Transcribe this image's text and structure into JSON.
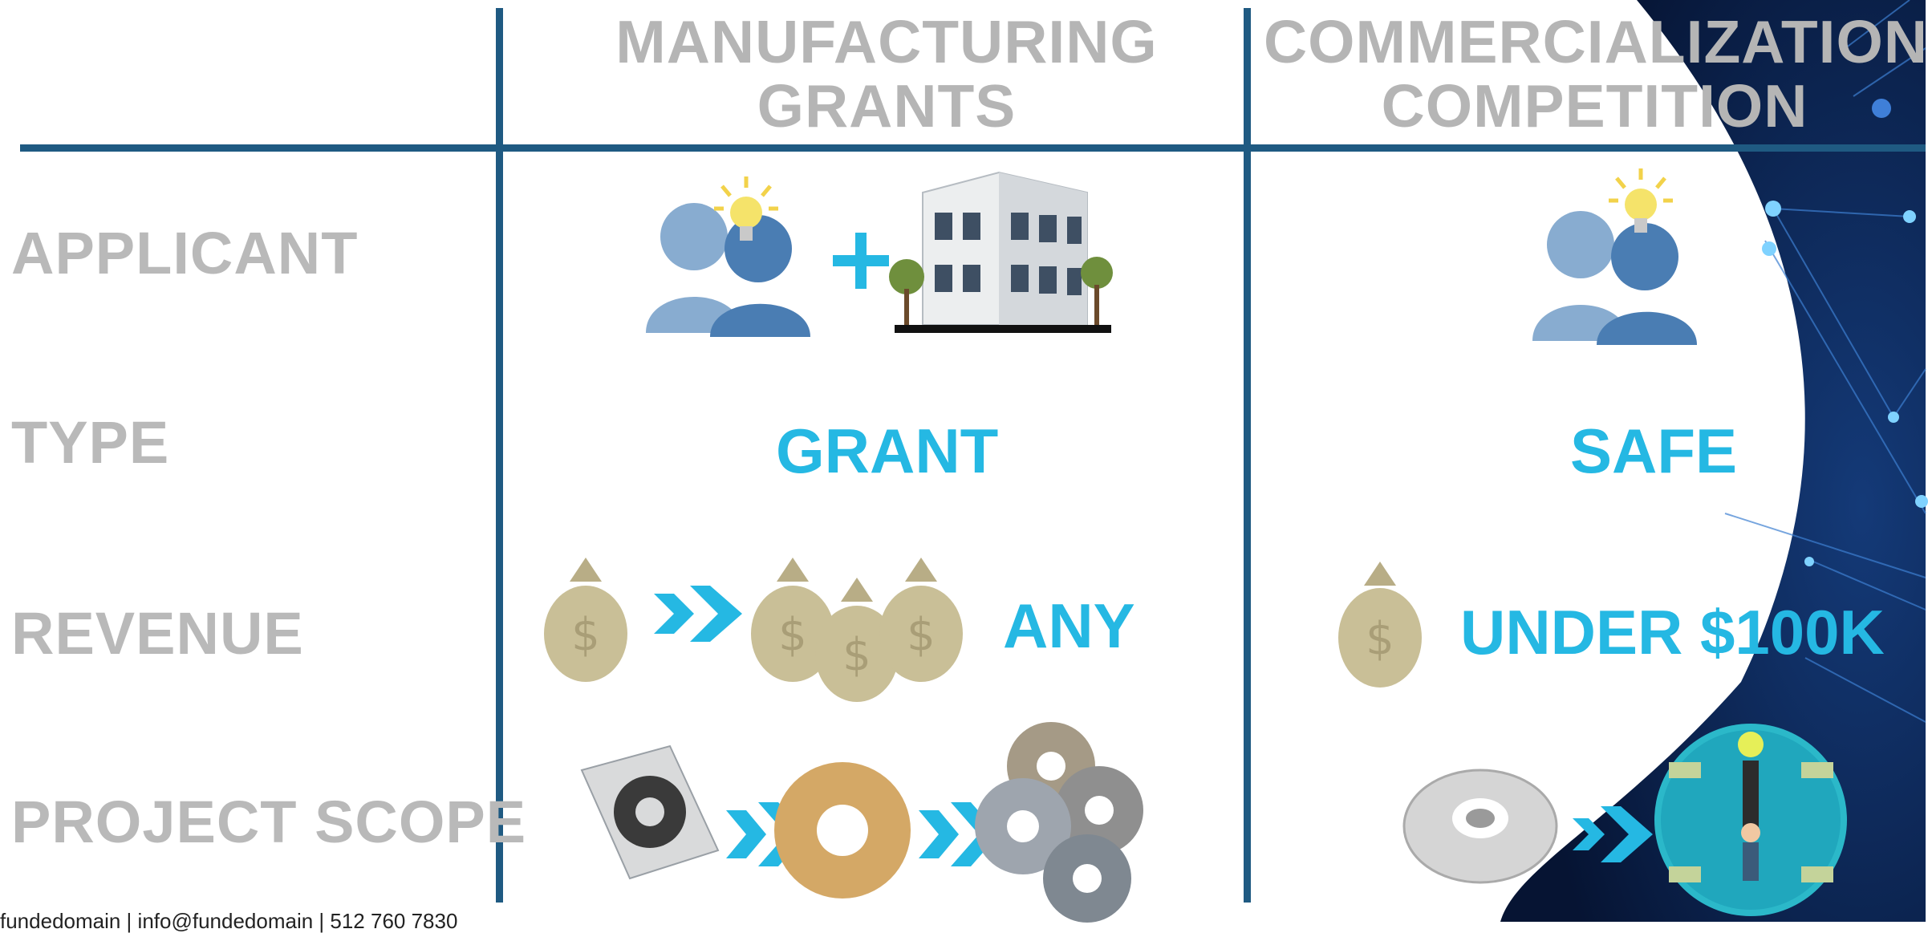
{
  "headers": {
    "col1": [
      "MANUFACTURING",
      "GRANTS"
    ],
    "col2": [
      "COMMERCIALIZATION",
      "COMPETITION"
    ]
  },
  "rows": {
    "applicant": "APPLICANT",
    "type": "TYPE",
    "revenue": "REVENUE",
    "project_scope": "PROJECT SCOPE"
  },
  "values": {
    "col1_type": "GRANT",
    "col2_type": "SAFE",
    "col1_revenue": "ANY",
    "col2_revenue": "UNDER $100K"
  },
  "footer": "fundedomain | info@fundedomain | 512 760 7830",
  "colors": {
    "rule": "#1f5a82",
    "accent": "#25b8e3",
    "label_gray": "#b9b9b9",
    "panel_dark": "#0a1e46"
  },
  "icons": [
    "people-icon",
    "lightbulb-icon",
    "plus-icon",
    "building-icon",
    "tree-icon",
    "money-bag-icon",
    "arrow-icon",
    "gear-icon",
    "gears-icon",
    "investment-circle-icon"
  ]
}
